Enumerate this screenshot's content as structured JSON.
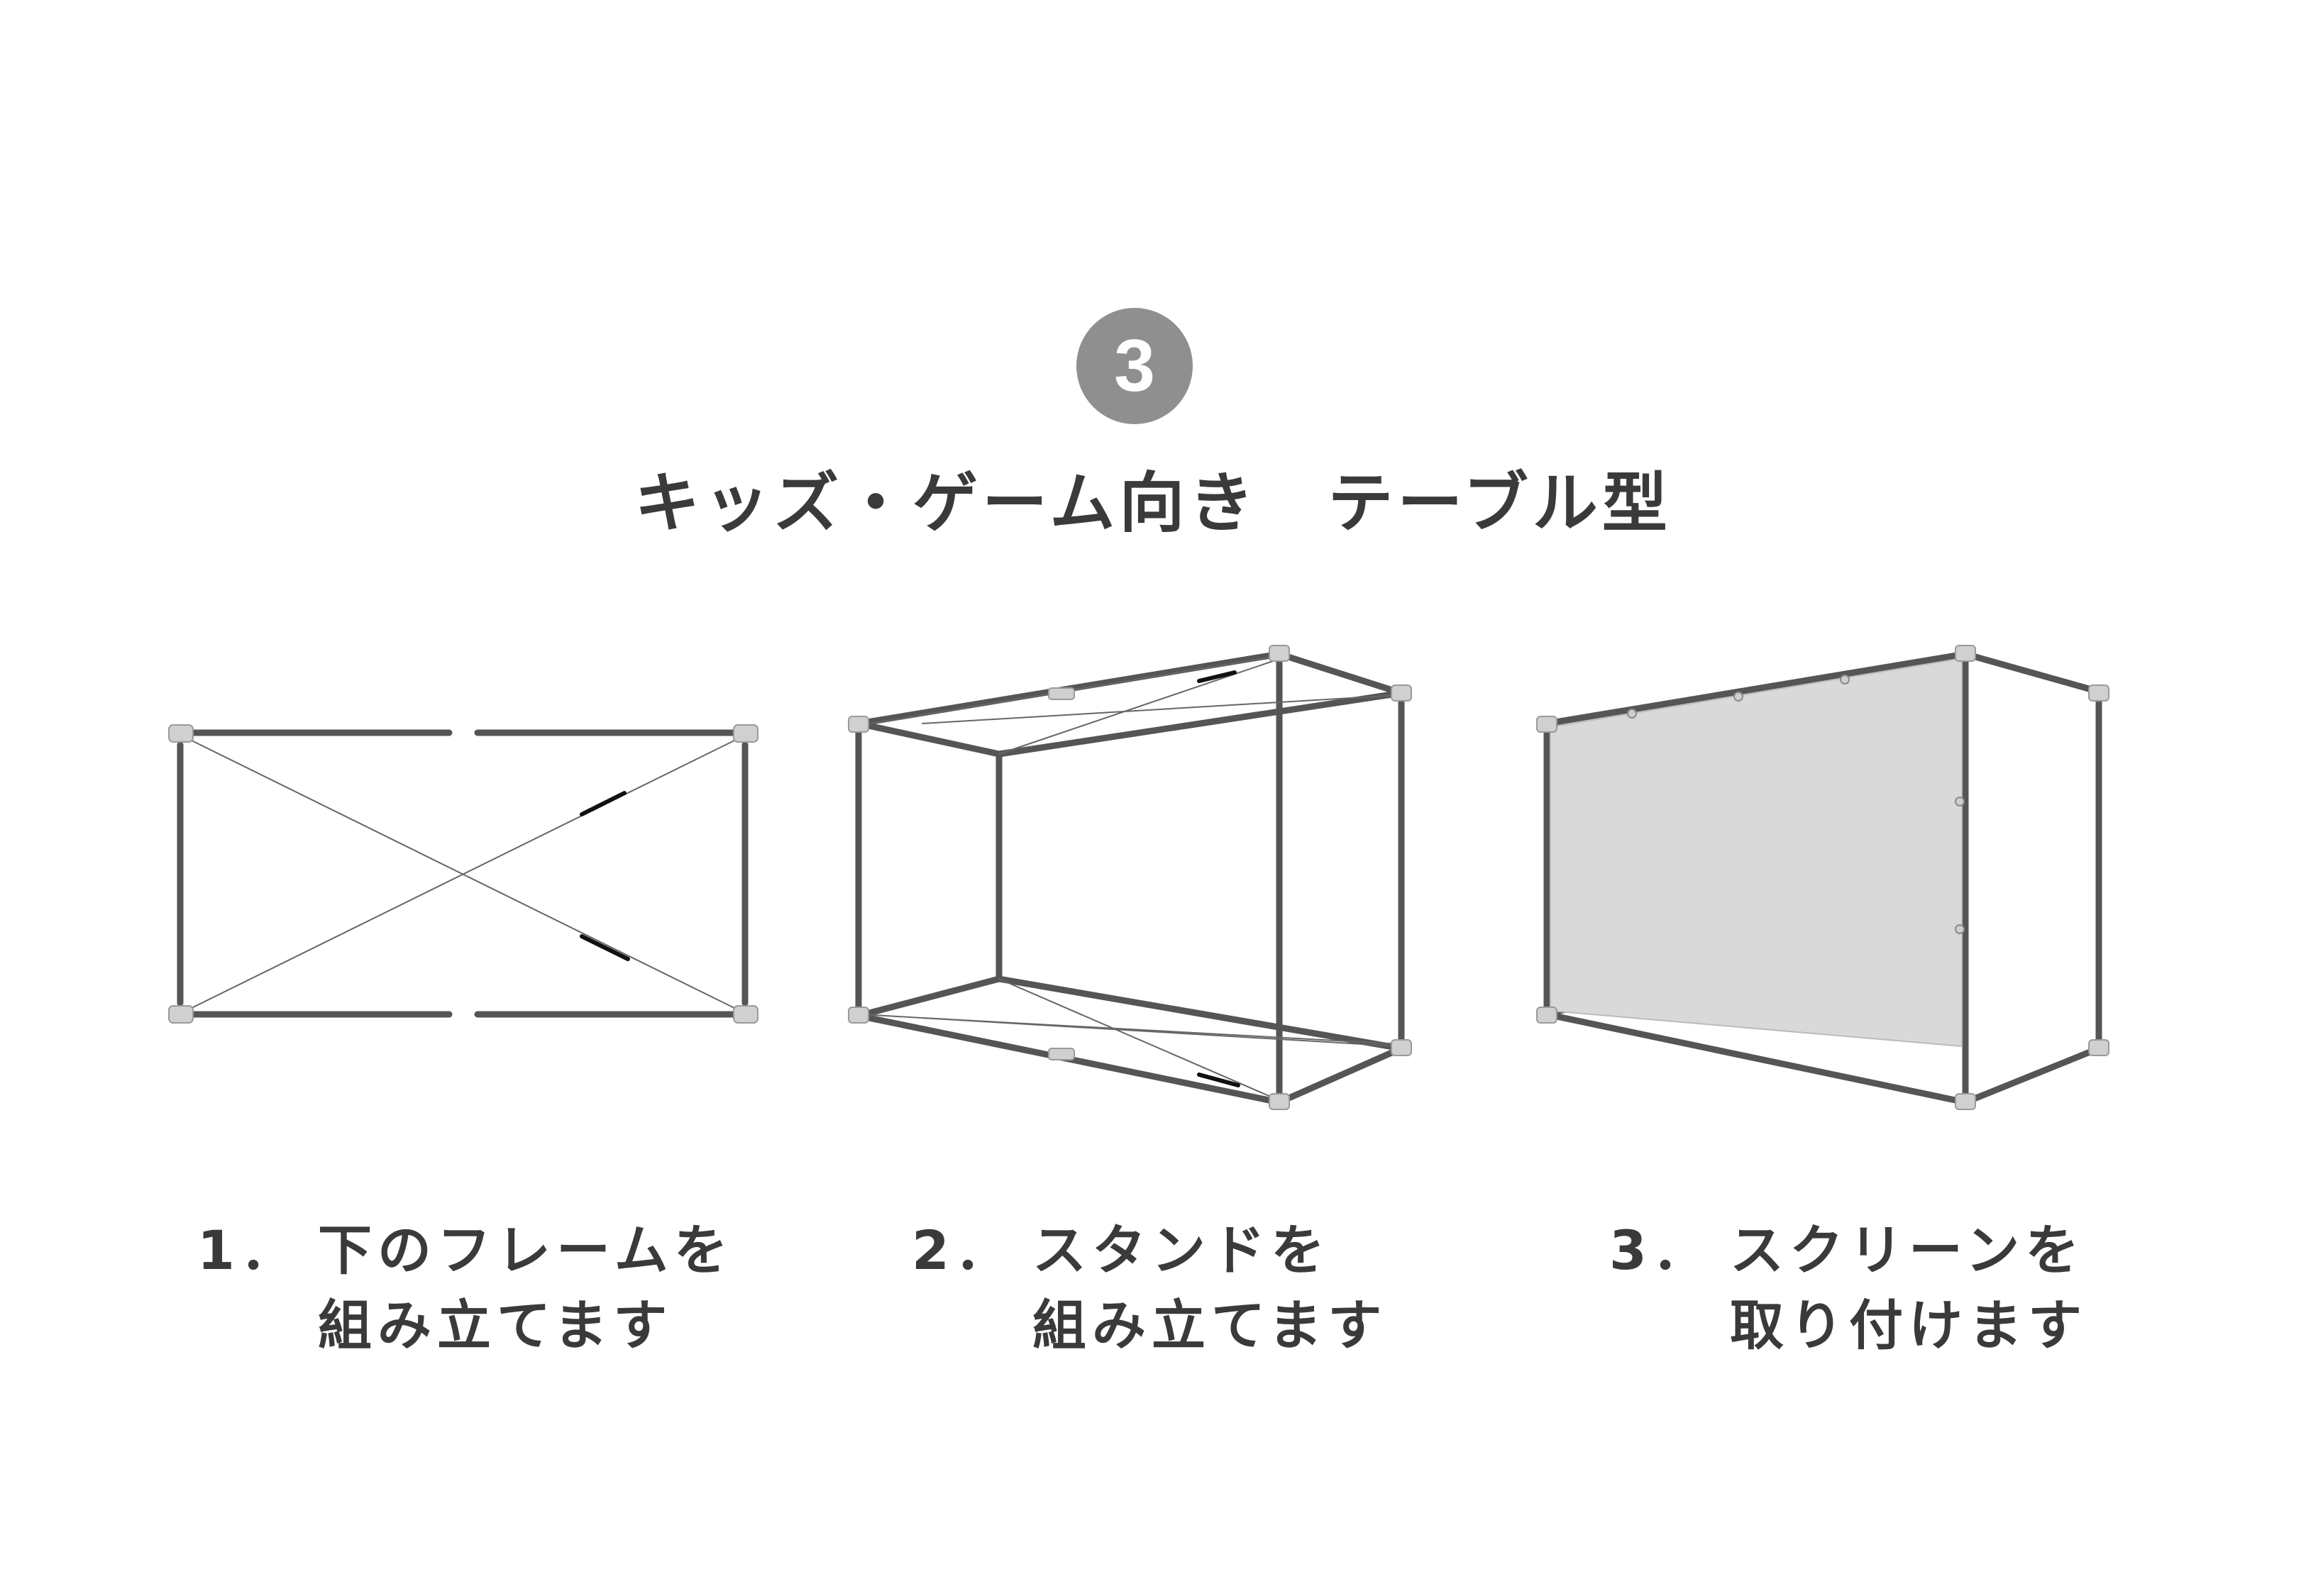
{
  "step": {
    "number": "3"
  },
  "title": "キッズ・ゲーム向き　テーブル型",
  "steps": [
    {
      "number": "1．",
      "line1": "下のフレームを",
      "line2": "組み立てます"
    },
    {
      "number": "2．",
      "line1": "スタンドを",
      "line2": "組み立てます"
    },
    {
      "number": "3．",
      "line1": "スクリーンを",
      "line2": "取り付けます"
    }
  ],
  "colors": {
    "badge": "#8f8f8f",
    "frame": "#555555",
    "joint": "#cfcfcf",
    "screen": "#d9d9d9",
    "text": "#3a3a3a"
  }
}
